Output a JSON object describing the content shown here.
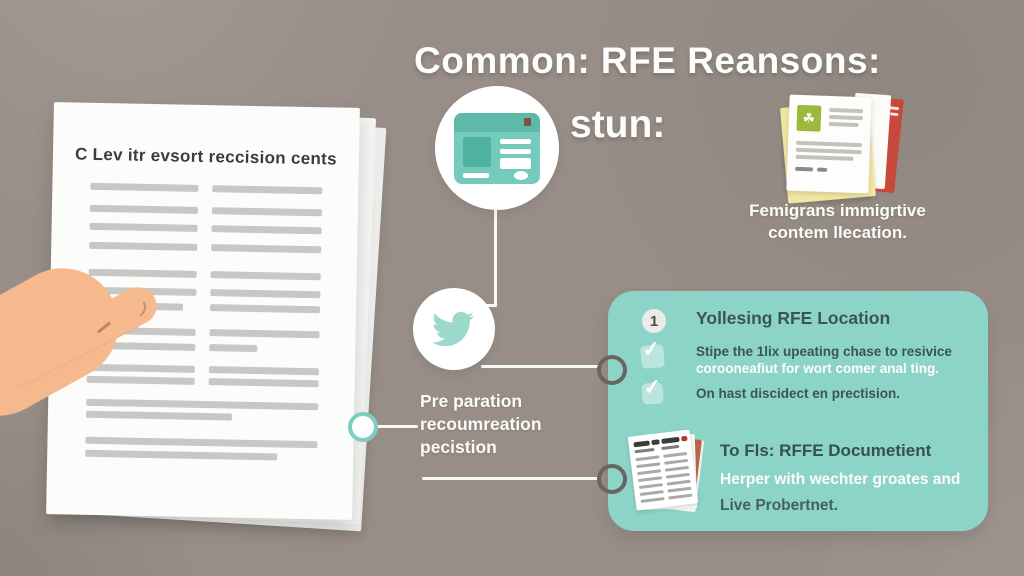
{
  "title": "Common: RFE Reansons:",
  "subtitle": "stun:",
  "left_document": {
    "heading": "C Lev itr evsort reccision cents"
  },
  "prep_note": "Pre paration\nrecoumreation\npecistion",
  "docs_note": "Femigrans immigrtive\ncontem llecation.",
  "panel": {
    "section1": {
      "number": "1",
      "heading": "Yollesing RFE Location",
      "check1_line1": "Stipe the 1lix upeating chase to resivice",
      "check1_line2": "corooneafiut for wort comer anal ting.",
      "check2_line1": "On hast discidect en prectision."
    },
    "section2": {
      "heading": "To Fls: RFFE Documetient",
      "line1": "Herper with wechter groates and",
      "line2": "Live Probertnet."
    }
  },
  "icons": {
    "checkmark": "✓",
    "plant_glyph": "☘"
  },
  "colors": {
    "background": "#988e87",
    "panel_teal": "#8dd4c8",
    "icon_teal": "#74cbbb",
    "ring_teal": "#7fccc0",
    "dark_text": "#3c564f",
    "skin": "#f5bb8f"
  }
}
